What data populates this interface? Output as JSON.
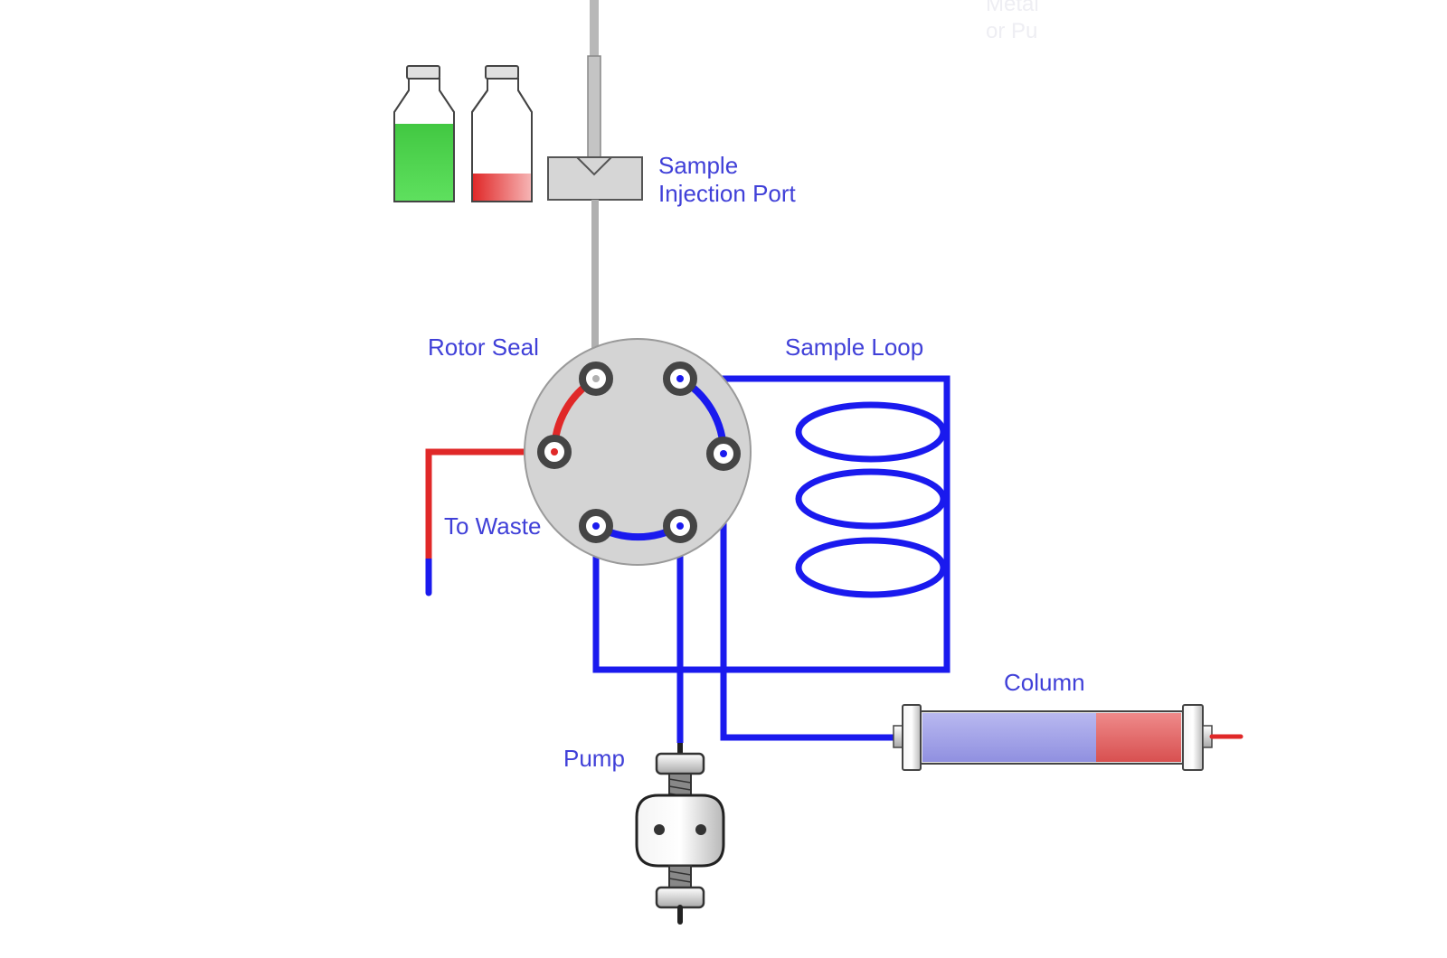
{
  "labels": {
    "injection_port_line1": "Sample",
    "injection_port_line2": "Injection Port",
    "rotor_seal": "Rotor Seal",
    "sample_loop": "Sample Loop",
    "to_waste": "To Waste",
    "column": "Column",
    "pump": "Pump",
    "faint_line1": "Metal",
    "faint_line2": "or Pu"
  },
  "colors": {
    "flow_blue": "#1a1aee",
    "sample_red": "#e02828",
    "label_blue": "#4040d8",
    "rotor_gray": "#d4d4d4",
    "bottle_green": "#4ed44e",
    "column_blue_fill": "#a8a8ec",
    "column_red_fill": "#e06565",
    "needle_gray": "#bdbdbd"
  },
  "icons": {
    "bottle_green": "solvent-bottle-icon",
    "bottle_red": "sample-bottle-icon",
    "pump": "pump-icon",
    "column": "column-icon"
  }
}
